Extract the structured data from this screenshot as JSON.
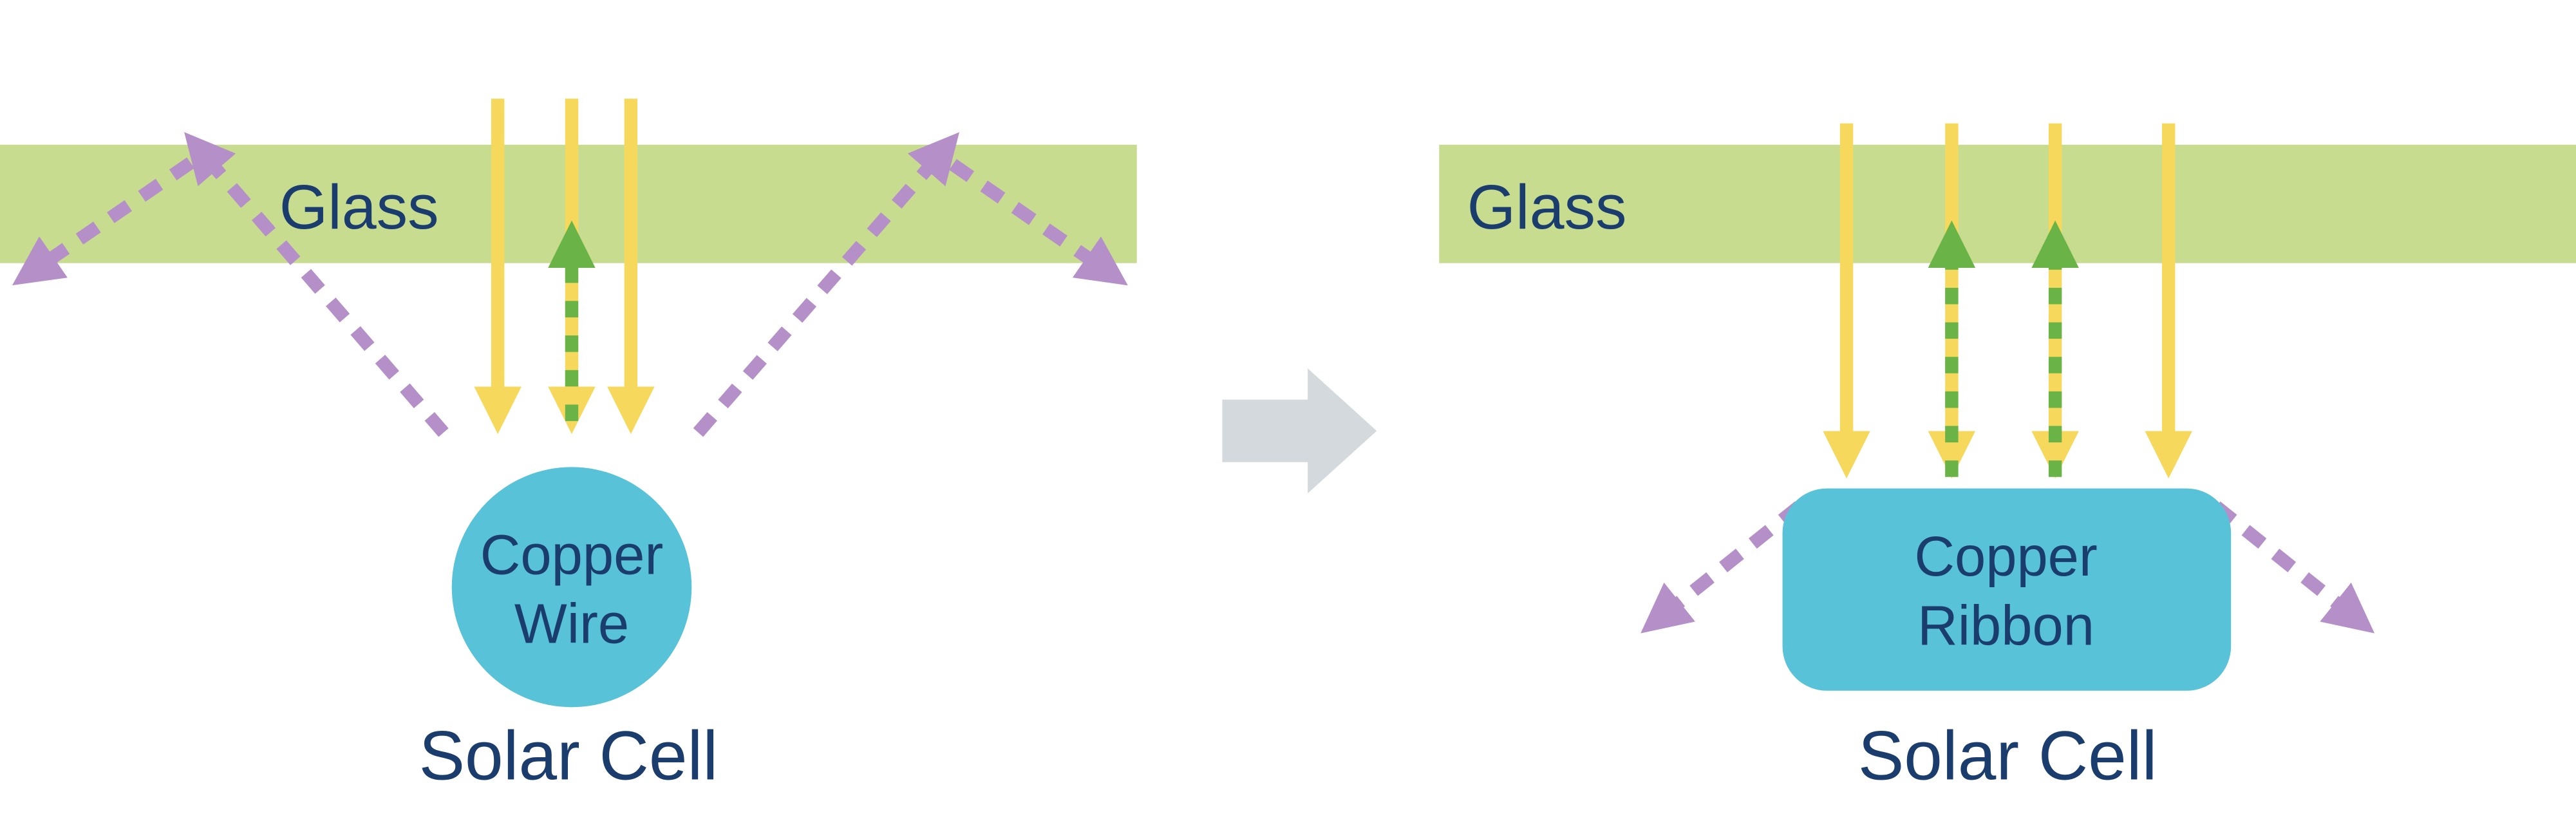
{
  "left_panel": {
    "glass_label": "Glass",
    "component": {
      "line1": "Copper",
      "line2": "Wire"
    },
    "caption": "Solar Cell"
  },
  "right_panel": {
    "glass_label": "Glass",
    "component": {
      "line1": "Copper",
      "line2": "Ribbon"
    },
    "caption": "Solar Cell"
  },
  "colors": {
    "glass": "#c8dc90",
    "sunlight": "#f6d95c",
    "reflected": "#6ab347",
    "scattered": "#b58fc8",
    "copper": "#57c2d8",
    "navy": "#1b3d6e",
    "transition": "#d3d9dc",
    "background": "#ffffff"
  }
}
